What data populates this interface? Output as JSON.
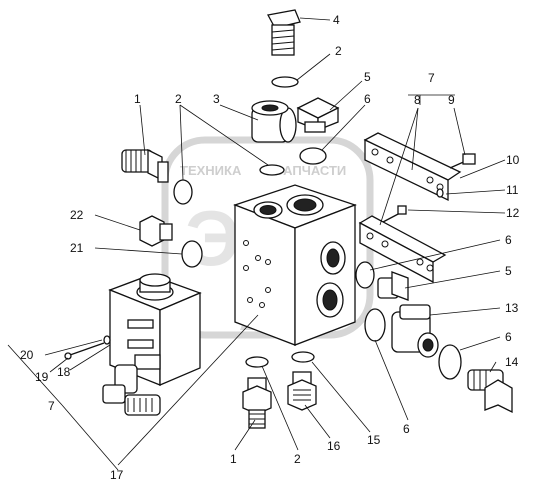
{
  "watermark": {
    "line1": "ТЕХНИКА",
    "line2": "ЗАПЧАСТИ",
    "logo": "ЭТС"
  },
  "callouts": [
    {
      "id": "c4",
      "text": "4"
    },
    {
      "id": "c2a",
      "text": "2"
    },
    {
      "id": "c5a",
      "text": "5"
    },
    {
      "id": "c7a",
      "text": "7"
    },
    {
      "id": "c1a",
      "text": "1"
    },
    {
      "id": "c2b",
      "text": "2"
    },
    {
      "id": "c3",
      "text": "3"
    },
    {
      "id": "c6a",
      "text": "6"
    },
    {
      "id": "c8",
      "text": "8"
    },
    {
      "id": "c9",
      "text": "9"
    },
    {
      "id": "c10",
      "text": "10"
    },
    {
      "id": "c11",
      "text": "11"
    },
    {
      "id": "c12",
      "text": "12"
    },
    {
      "id": "c22",
      "text": "22"
    },
    {
      "id": "c6b",
      "text": "6"
    },
    {
      "id": "c21",
      "text": "21"
    },
    {
      "id": "c5b",
      "text": "5"
    },
    {
      "id": "c13",
      "text": "13"
    },
    {
      "id": "c20",
      "text": "20"
    },
    {
      "id": "c6c",
      "text": "6"
    },
    {
      "id": "c19",
      "text": "19"
    },
    {
      "id": "c14",
      "text": "14"
    },
    {
      "id": "c18",
      "text": "18"
    },
    {
      "id": "c7b",
      "text": "7"
    },
    {
      "id": "c6d",
      "text": "6"
    },
    {
      "id": "c15",
      "text": "15"
    },
    {
      "id": "c16",
      "text": "16"
    },
    {
      "id": "c1b",
      "text": "1"
    },
    {
      "id": "c2c",
      "text": "2"
    },
    {
      "id": "c17",
      "text": "17"
    }
  ]
}
